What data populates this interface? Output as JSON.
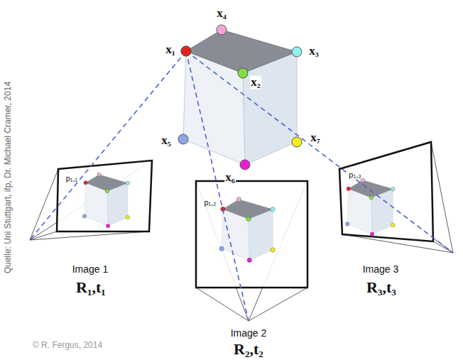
{
  "diagram": {
    "labels": [
      "x₄",
      "x₁",
      "x₃",
      "x₂",
      "x₅",
      "x₇",
      "x₆",
      "p₁,₁",
      "p₁,₂",
      "p₁,₃",
      "Image 1",
      "R₁,t₁",
      "Image 2",
      "R₂,t₂",
      "Image 3",
      "R₃,t₃",
      "© R. Fergus, 2014",
      "Quelle: Uni Stuttgart, ifp, Dr. Michael Cramer, 2014"
    ]
  }
}
